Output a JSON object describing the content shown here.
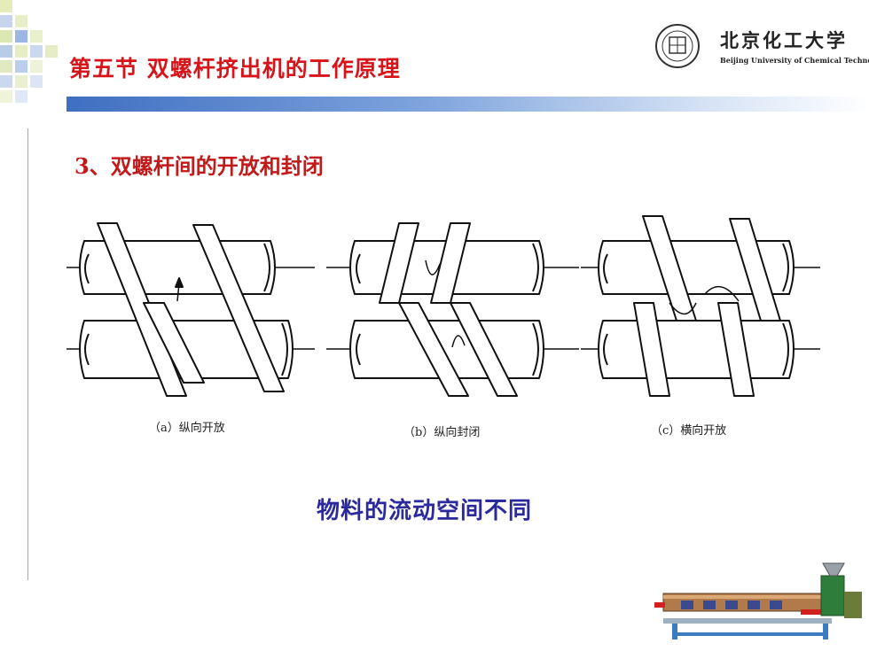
{
  "header": {
    "title": "第五节  双螺杆挤出机的工作原理",
    "logo_cn": "北京化工大学",
    "logo_en": "Beijing University of Chemical Technology",
    "accent_color": "#d8141b",
    "bar_color": "#3f6fc1"
  },
  "section": {
    "subtitle": "3、双螺杆间的开放和封闭"
  },
  "figures": [
    {
      "caption": "（a）纵向开放"
    },
    {
      "caption": "（b）纵向封闭"
    },
    {
      "caption": "（c）横向开放"
    }
  ],
  "conclusion": "物料的流动空间不同",
  "icons": {
    "logo": "university-seal-icon",
    "machine": "twin-screw-extruder-illustration"
  }
}
